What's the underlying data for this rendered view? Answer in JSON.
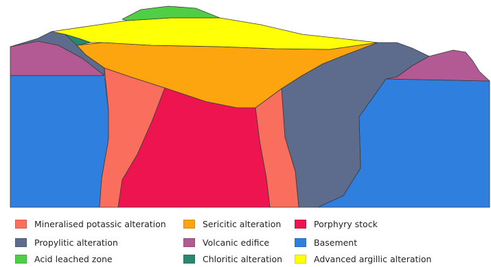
{
  "diagram": {
    "units": {
      "basement": {
        "color": "#2f80de"
      },
      "volcanic_edifice": {
        "color": "#b35a95"
      },
      "propylitic": {
        "color": "#5d6b8c"
      },
      "potassic": {
        "color": "#fa6e5e"
      },
      "porphyry": {
        "color": "#ed1450"
      },
      "chloritic": {
        "color": "#2a8871"
      },
      "sericitic": {
        "color": "#fca50f"
      },
      "advanced_argillic": {
        "color": "#ffff06"
      },
      "acid_leached": {
        "color": "#4fce46"
      }
    }
  },
  "legend": {
    "items": [
      {
        "key": "potassic",
        "label": "Mineralised potassic alteration",
        "color": "#fa6e5e"
      },
      {
        "key": "sericitic",
        "label": "Sericitic alteration",
        "color": "#fca50f"
      },
      {
        "key": "porphyry",
        "label": "Porphyry stock",
        "color": "#ed1450"
      },
      {
        "key": "propylitic",
        "label": "Propylitic alteration",
        "color": "#5d6b8c"
      },
      {
        "key": "volcanic_edifice",
        "label": "Volcanic edifice",
        "color": "#b35a95"
      },
      {
        "key": "basement",
        "label": "Basement",
        "color": "#2f80de"
      },
      {
        "key": "acid_leached",
        "label": "Acid leached zone",
        "color": "#4fce46"
      },
      {
        "key": "chloritic",
        "label": "Chloritic alteration",
        "color": "#2a8871"
      },
      {
        "key": "advanced_argillic",
        "label": "Advanced argillic alteration",
        "color": "#ffff06"
      }
    ]
  }
}
